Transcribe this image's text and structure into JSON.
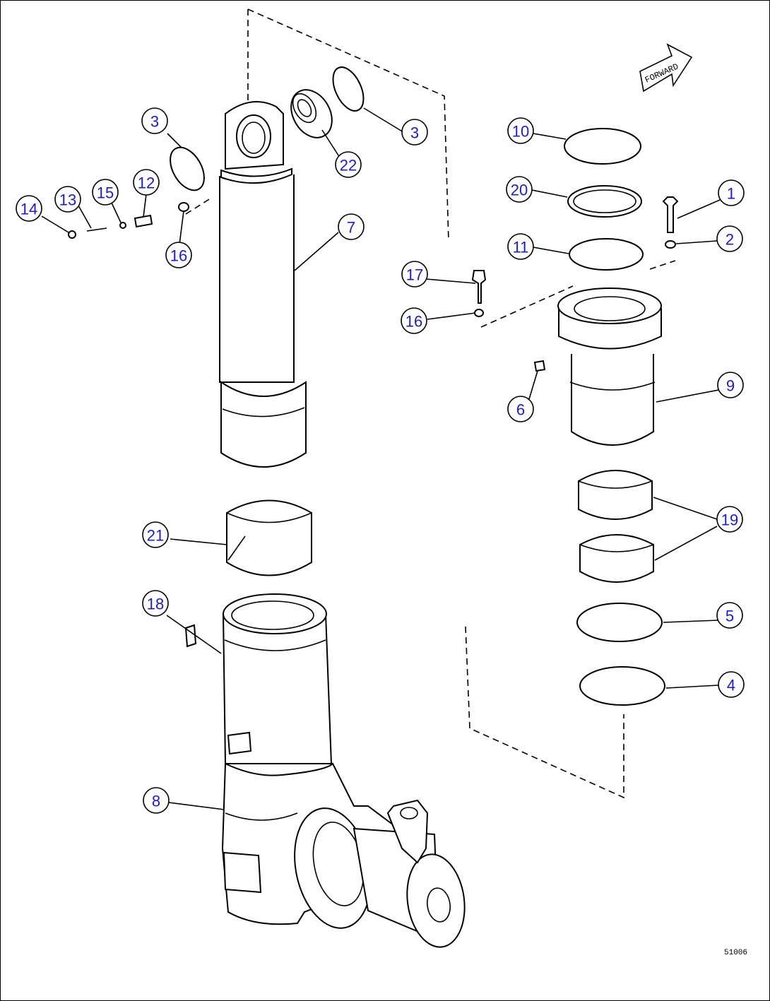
{
  "diagram": {
    "forward_label": "FORWARD",
    "drawing_code": "51006",
    "callouts": [
      {
        "id": "c3a",
        "label": "3"
      },
      {
        "id": "c3b",
        "label": "3"
      },
      {
        "id": "c22",
        "label": "22"
      },
      {
        "id": "c10",
        "label": "10"
      },
      {
        "id": "c20",
        "label": "20"
      },
      {
        "id": "c1",
        "label": "1"
      },
      {
        "id": "c2",
        "label": "2"
      },
      {
        "id": "c11",
        "label": "11"
      },
      {
        "id": "c14",
        "label": "14"
      },
      {
        "id": "c13",
        "label": "13"
      },
      {
        "id": "c15",
        "label": "15"
      },
      {
        "id": "c12",
        "label": "12"
      },
      {
        "id": "c16a",
        "label": "16"
      },
      {
        "id": "c7",
        "label": "7"
      },
      {
        "id": "c17",
        "label": "17"
      },
      {
        "id": "c16b",
        "label": "16"
      },
      {
        "id": "c6",
        "label": "6"
      },
      {
        "id": "c9",
        "label": "9"
      },
      {
        "id": "c19",
        "label": "19"
      },
      {
        "id": "c21",
        "label": "21"
      },
      {
        "id": "c18",
        "label": "18"
      },
      {
        "id": "c5",
        "label": "5"
      },
      {
        "id": "c4",
        "label": "4"
      },
      {
        "id": "c8",
        "label": "8"
      }
    ]
  }
}
